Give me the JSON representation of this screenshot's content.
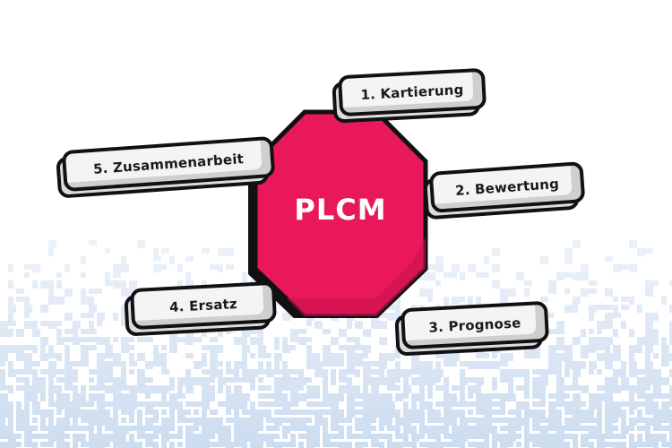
{
  "center": {
    "label": "PLCM"
  },
  "nodes": [
    {
      "id": "kartierung",
      "label": "1. Kartierung"
    },
    {
      "id": "bewertung",
      "label": "2. Bewertung"
    },
    {
      "id": "prognose",
      "label": "3. Prognose"
    },
    {
      "id": "ersatz",
      "label": "4. Ersatz"
    },
    {
      "id": "zusammenarbeit",
      "label": "5. Zusammenarbeit"
    }
  ],
  "colors": {
    "center_fill": "#e8185a",
    "center_shadow": "#111111",
    "pill_fill": "#f4f4f4",
    "pill_outline": "#111111",
    "pixel_noise": "#c6d8ee"
  }
}
